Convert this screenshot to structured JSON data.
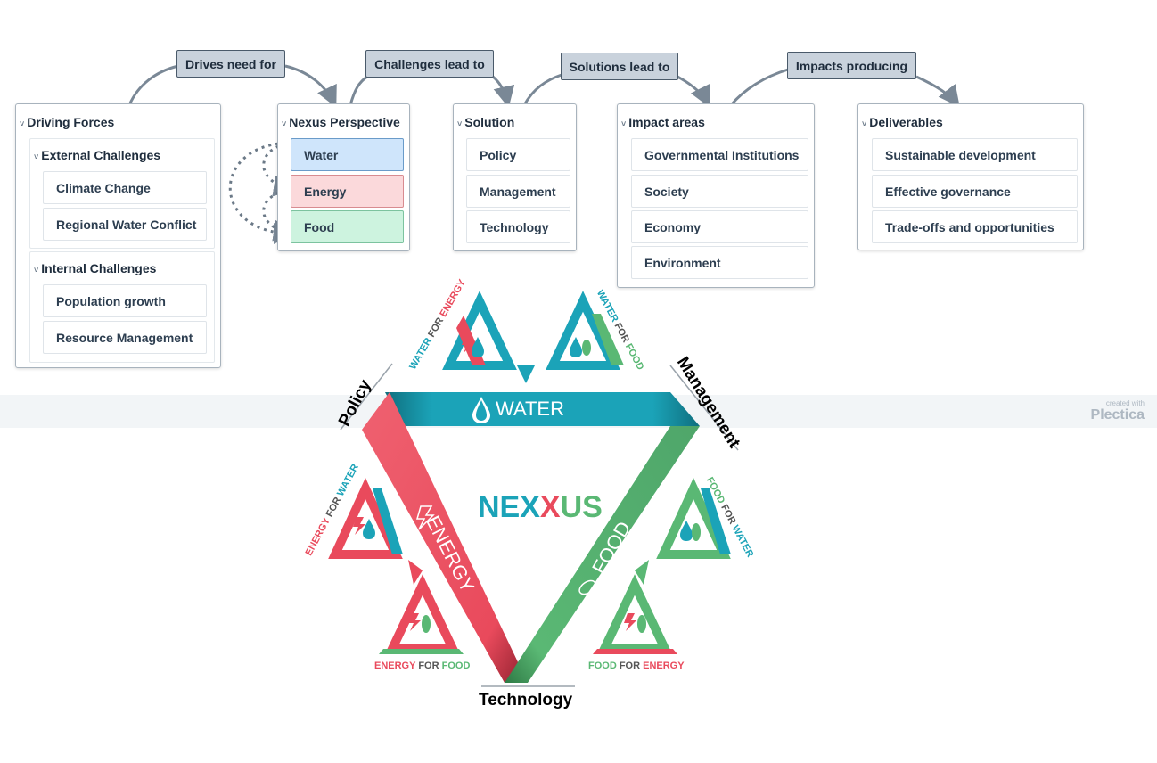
{
  "links": [
    {
      "label": "Drives need for"
    },
    {
      "label": "Challenges lead to"
    },
    {
      "label": "Solutions lead to"
    },
    {
      "label": "Impacts producing"
    }
  ],
  "driving_forces": {
    "title": "Driving Forces",
    "external": {
      "title": "External Challenges",
      "items": [
        "Climate Change",
        "Regional Water Conflict"
      ]
    },
    "internal": {
      "title": "Internal Challenges",
      "items": [
        "Population growth",
        "Resource Management"
      ]
    }
  },
  "nexus_perspective": {
    "title": "Nexus Perspective",
    "items": [
      "Water",
      "Energy",
      "Food"
    ]
  },
  "solution": {
    "title": "Solution",
    "items": [
      "Policy",
      "Management",
      "Technology"
    ]
  },
  "impact_areas": {
    "title": "Impact areas",
    "items": [
      "Governmental Institutions",
      "Society",
      "Economy",
      "Environment"
    ]
  },
  "deliverables": {
    "title": "Deliverables",
    "items": [
      "Sustainable development",
      "Effective governance",
      "Trade-offs and opportunities"
    ]
  },
  "graphic": {
    "center": {
      "nex": "NEX",
      "x": "X",
      "us": "US"
    },
    "bars": {
      "water": "WATER",
      "energy": "ENERGY",
      "food": "FOOD"
    },
    "corners": {
      "policy": "Policy",
      "management": "Management",
      "technology": "Technology"
    },
    "mini": {
      "water_for_energy": [
        "WATER",
        " FOR ",
        "ENERGY"
      ],
      "water_for_food": [
        "WATER",
        " FOR ",
        "FOOD"
      ],
      "energy_for_water": [
        "ENERGY",
        " FOR ",
        "WATER"
      ],
      "energy_for_food": [
        "ENERGY",
        " FOR ",
        "FOOD"
      ],
      "food_for_water": [
        "FOOD",
        " FOR ",
        "WATER"
      ],
      "food_for_energy": [
        "FOOD",
        " FOR ",
        "ENERGY"
      ]
    },
    "colors": {
      "water": "#1ba3b8",
      "energy": "#e94a5c",
      "food": "#5ab874",
      "for": "#555555"
    }
  },
  "watermark": {
    "small": "created with",
    "brand": "Plectica"
  }
}
